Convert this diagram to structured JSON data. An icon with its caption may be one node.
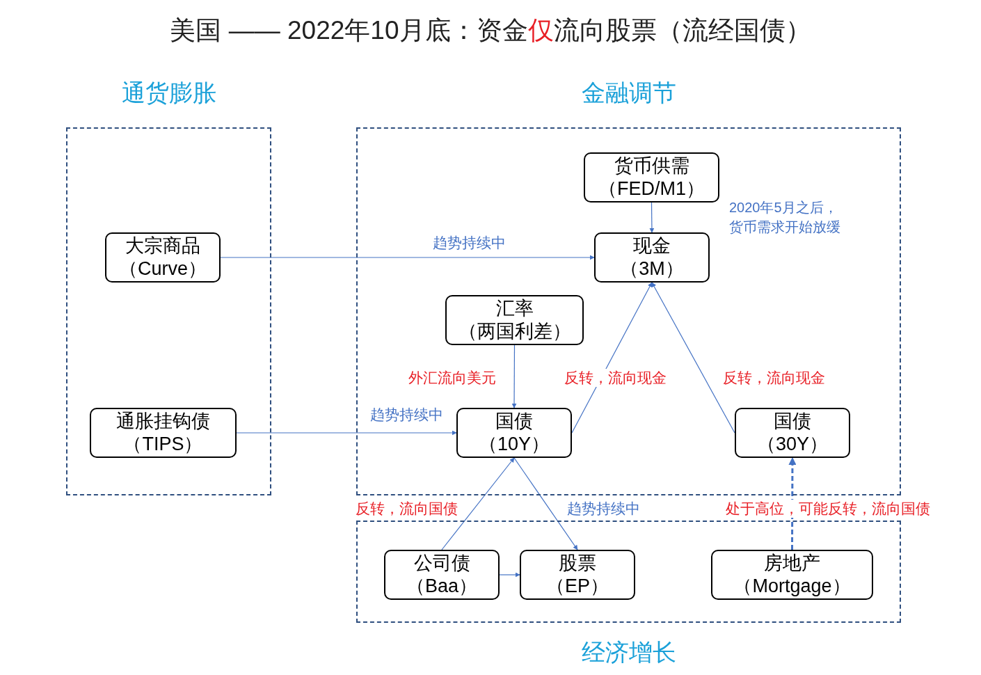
{
  "diagram": {
    "title": "美国 —— 2022年10月底：资金**仅**流向股票（流经国债）",
    "nodes": [
      {
        "text": [
          "通货膨胀"
        ]
      },
      {
        "text": [
          "金融调节"
        ]
      },
      {
        "text": [
          "经济增长"
        ]
      },
      {
        "text": [
          "大宗商品",
          "（Curve）"
        ],
        "in": 0
      },
      {
        "text": [
          "通胀挂钩债",
          "（TIPS）"
        ],
        "in": 0
      },
      {
        "text": [
          "货币供需",
          "（FED/M1）"
        ],
        "in": 1
      },
      {
        "text": [
          "现金",
          "（3M）"
        ],
        "in": 1
      },
      {
        "text": [
          "汇率",
          "（两国利差）"
        ],
        "in": 1
      },
      {
        "text": [
          "国债",
          "（10Y）"
        ],
        "in": 1
      },
      {
        "text": [
          "国债",
          "（30Y）"
        ],
        "in": 1
      },
      {
        "text": [
          "公司债",
          "（Baa）"
        ],
        "in": 2
      },
      {
        "text": [
          "股票",
          "（EP）"
        ],
        "in": 2
      },
      {
        "text": [
          "房地产",
          "（Mortgage）"
        ],
        "in": 2
      }
    ],
    "edges": [
      {
        "from": 3,
        "to": 6,
        "arrow": "to",
        "label": "趋势持续中"
      },
      {
        "from": 4,
        "to": 8,
        "arrow": "to",
        "label": "趋势持续中"
      },
      {
        "from": 5,
        "to": 6,
        "arrow": "to"
      },
      {
        "from": 7,
        "to": 8,
        "arrow": "to",
        "label": "外汇流向美元"
      },
      {
        "from": 8,
        "to": 6,
        "arrow": "to",
        "label": "反转，流向现金"
      },
      {
        "from": 9,
        "to": 6,
        "arrow": "to",
        "label": "反转，流向现金"
      },
      {
        "from": 10,
        "to": 8,
        "arrow": "to",
        "label": "反转，流向国债"
      },
      {
        "from": 8,
        "to": 11,
        "arrow": "to",
        "label": "趋势持续中"
      },
      {
        "from": 10,
        "to": 11,
        "arrow": "to"
      },
      {
        "from": 12,
        "to": 9,
        "arrow": "to",
        "label": "处于高位，可能反转，流向国债",
        "style": "dashed"
      }
    ],
    "labels": [
      "2020年5月之后，货币需求开始放缓"
    ]
  }
}
